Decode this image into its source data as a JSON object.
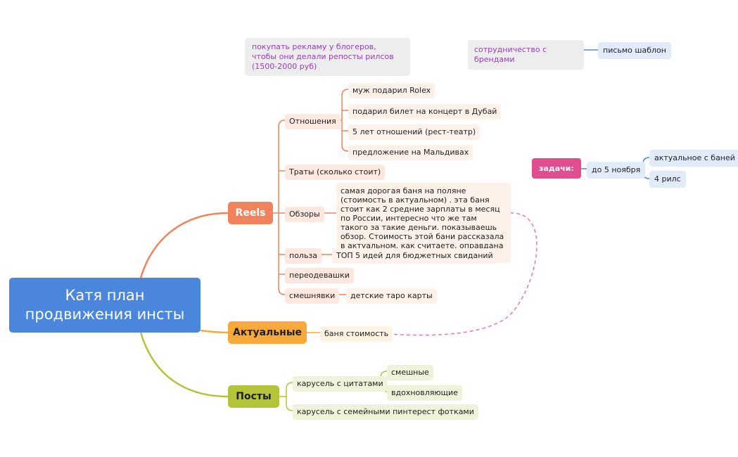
{
  "root": {
    "title": "Катя план продвижения инсты"
  },
  "branches": {
    "reels": {
      "label": "Reels",
      "relations": {
        "label": "Отношения",
        "items": [
          "муж подарил Rolex",
          "подарил билет на концерт в Дубай",
          "5 лет отношений (рест-театр)",
          "предложение на Мальдивах"
        ]
      },
      "spending": {
        "label": "Траты (сколько стоит)"
      },
      "reviews": {
        "label": "Обзоры",
        "detail": "самая дорогая баня на поляне (стоимость в актуальном) . эта баня стоит как 2 средние зарплаты в месяц по России, интересно что же там такого за такие деньги. показываешь обзор. Стоимость этой бани рассказала в актуальном. как считаете, оправдана ли цена?"
      },
      "benefit": {
        "label": "польза",
        "item": "ТОП 5 идей для бюджетных свиданий"
      },
      "dressup": {
        "label": "переодевашки"
      },
      "funny": {
        "label": "смешнявки",
        "item": "детские таро карты"
      }
    },
    "actual": {
      "label": "Актуальные",
      "item": "баня стоимость"
    },
    "posts": {
      "label": "Посты",
      "carousel_quotes": {
        "label": "карусель с цитатами",
        "items": [
          "смешные",
          "вдохновляющие"
        ]
      },
      "carousel_family": {
        "label": "карусель с семейными пинтерест фотками"
      }
    }
  },
  "floating": {
    "ads": "покупать рекламу у блогеров, чтобы они делали репосты рилсов (1500-2000 руб)",
    "brands": "сотрудничество с брендами",
    "letter": "письмо шаблон"
  },
  "tasks": {
    "label": "задачи:",
    "deadline": "до 5 ноября",
    "items": [
      "актуальное с баней",
      "4 рилс"
    ]
  },
  "colors": {
    "root": "#4a86dc",
    "reels": "#f0825c",
    "actual": "#f7a93b",
    "posts": "#b4c43a",
    "tasks": "#e14d8f",
    "relation_link": "#e77aa8"
  }
}
